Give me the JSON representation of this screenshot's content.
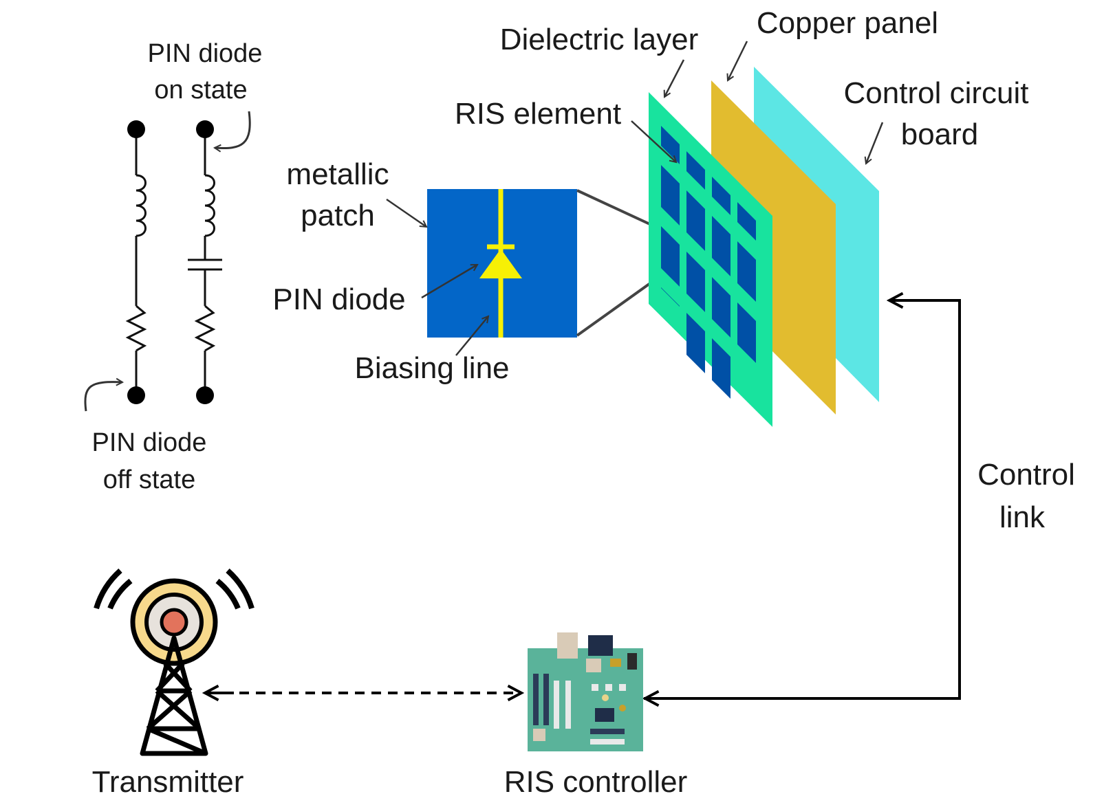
{
  "labels": {
    "pin_on_line1": "PIN diode",
    "pin_on_line2": "on state",
    "pin_off_line1": "PIN diode",
    "pin_off_line2": "off state",
    "metallic_line1": "metallic",
    "metallic_line2": "patch",
    "pin_diode": "PIN diode",
    "biasing_line": "Biasing line",
    "ris_element": "RIS element",
    "dielectric_layer": "Dielectric layer",
    "copper_panel": "Copper panel",
    "control_board_line1": "Control circuit",
    "control_board_line2": "board",
    "control_link_line1": "Control",
    "control_link_line2": "link",
    "transmitter": "Transmitter",
    "ris_controller": "RIS controller"
  },
  "colors": {
    "patch_blue": "#0366c8",
    "patch_dark": "#0050a6",
    "diode_yellow": "#f7f005",
    "dielectric_green": "#18e39e",
    "copper": "#e2bc2f",
    "control_board": "#5ce6e4",
    "pcb_green": "#5ab39a",
    "tower_ring": "#f7d98c",
    "tower_center": "#e2735c"
  }
}
